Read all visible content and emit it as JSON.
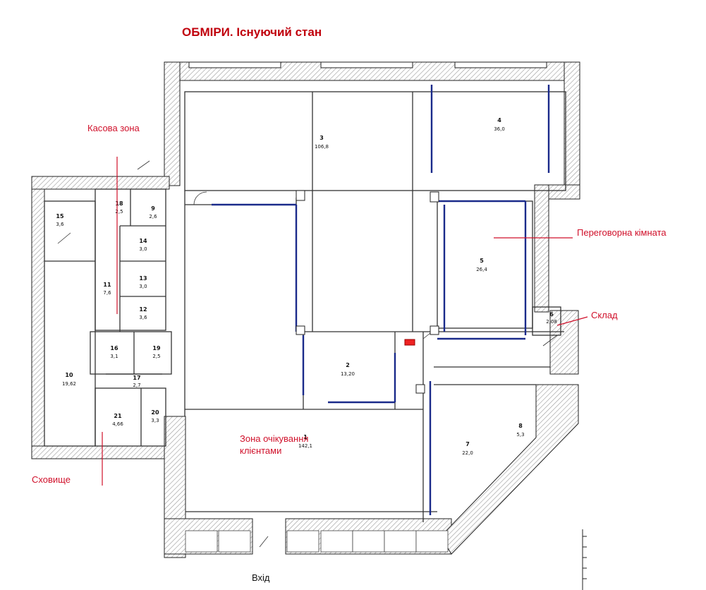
{
  "title": "ОБМІРИ. Існуючий стан",
  "annotations": {
    "cash_zone": "Касова зона",
    "meeting_room": "Переговорна кімната",
    "storage_room": "Склад",
    "waiting_zone": "Зона очікування клієнтами",
    "vault": "Сховище",
    "entrance": "Вхід"
  },
  "colors": {
    "title": "#c0000c",
    "annotation": "#d0102a",
    "new_partition": "#1a2a8a",
    "wall_hatch": "#9a9a9a"
  },
  "rooms": [
    {
      "number": "1",
      "area": "142,1"
    },
    {
      "number": "2",
      "area": "13,20"
    },
    {
      "number": "3",
      "area": "106,8"
    },
    {
      "number": "4",
      "area": "36,0"
    },
    {
      "number": "5",
      "area": "26,4"
    },
    {
      "number": "6",
      "area": "2,08"
    },
    {
      "number": "7",
      "area": "22,0"
    },
    {
      "number": "8",
      "area": "5,3"
    },
    {
      "number": "9",
      "area": "2,6"
    },
    {
      "number": "10",
      "area": "19,62"
    },
    {
      "number": "11",
      "area": "7,6"
    },
    {
      "number": "12",
      "area": "3,6"
    },
    {
      "number": "13",
      "area": "3,0"
    },
    {
      "number": "14",
      "area": "3,0"
    },
    {
      "number": "15",
      "area": "3,6"
    },
    {
      "number": "16",
      "area": "3,1"
    },
    {
      "number": "17",
      "area": "2,7"
    },
    {
      "number": "18",
      "area": "2,5"
    },
    {
      "number": "19",
      "area": "2,5"
    },
    {
      "number": "20",
      "area": "3,3"
    },
    {
      "number": "21",
      "area": "4,66"
    }
  ]
}
